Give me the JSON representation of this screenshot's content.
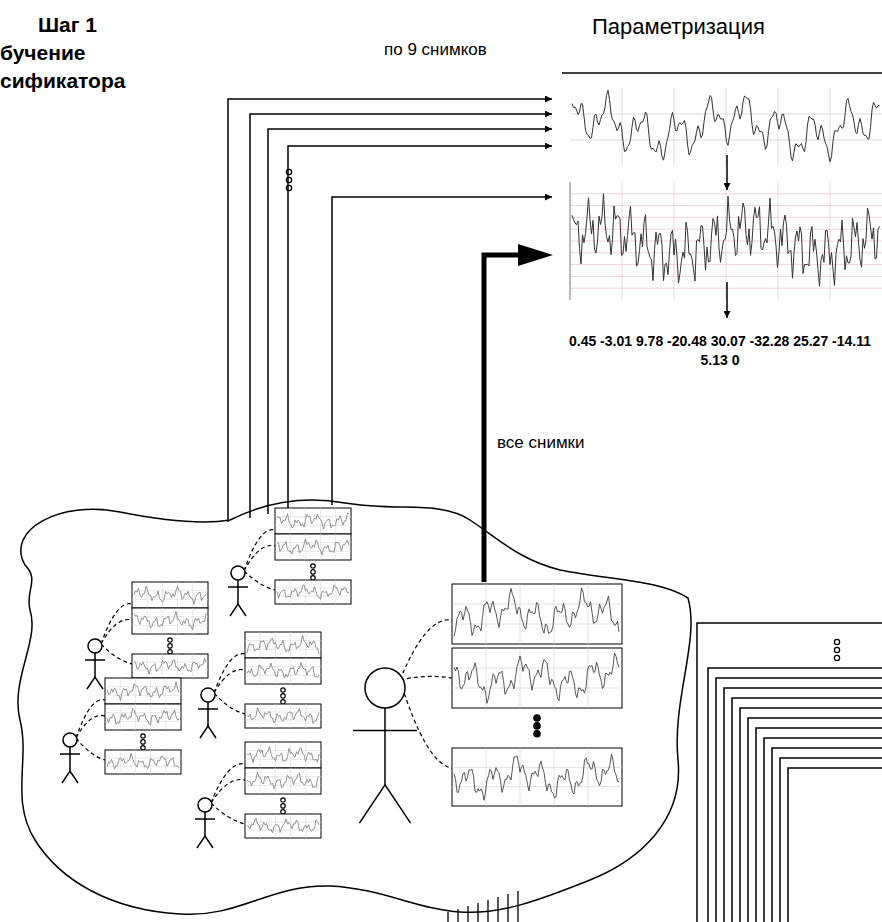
{
  "diagram": {
    "labels": [
      "Шаг 1",
      "бучение",
      "сификатора",
      "по 9 снимков",
      "Параметризация",
      "0.45 -3.01 9.78 -20.48 30.07 -32.28 25.27 -14.11 5.13 0",
      "все снимки"
    ]
  }
}
